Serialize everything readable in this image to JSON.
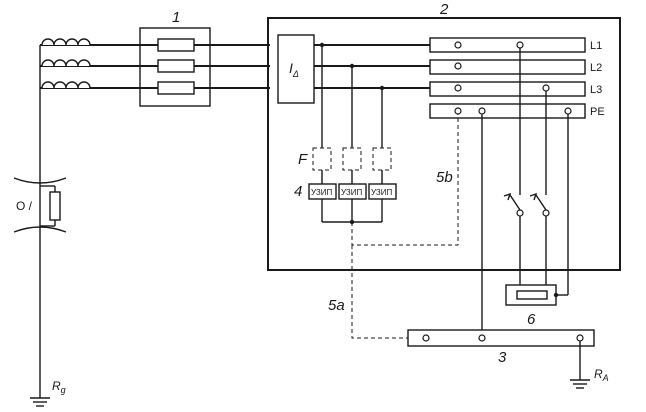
{
  "labels": {
    "n1": "1",
    "n2": "2",
    "n3": "3",
    "n4": "4",
    "n5a": "5a",
    "n5b": "5b",
    "n6": "6",
    "idelta": "I",
    "idelta_sub": "Δ",
    "f": "F",
    "ol": "O /",
    "rg": "R",
    "rg_sub": "g",
    "ra": "R",
    "ra_sub": "A",
    "uzip1": "УЗИП",
    "uzip2": "УЗИП",
    "uzip3": "УЗИП",
    "bus_l1": "L1",
    "bus_l2": "L2",
    "bus_l3": "L3",
    "bus_pe": "PE"
  }
}
